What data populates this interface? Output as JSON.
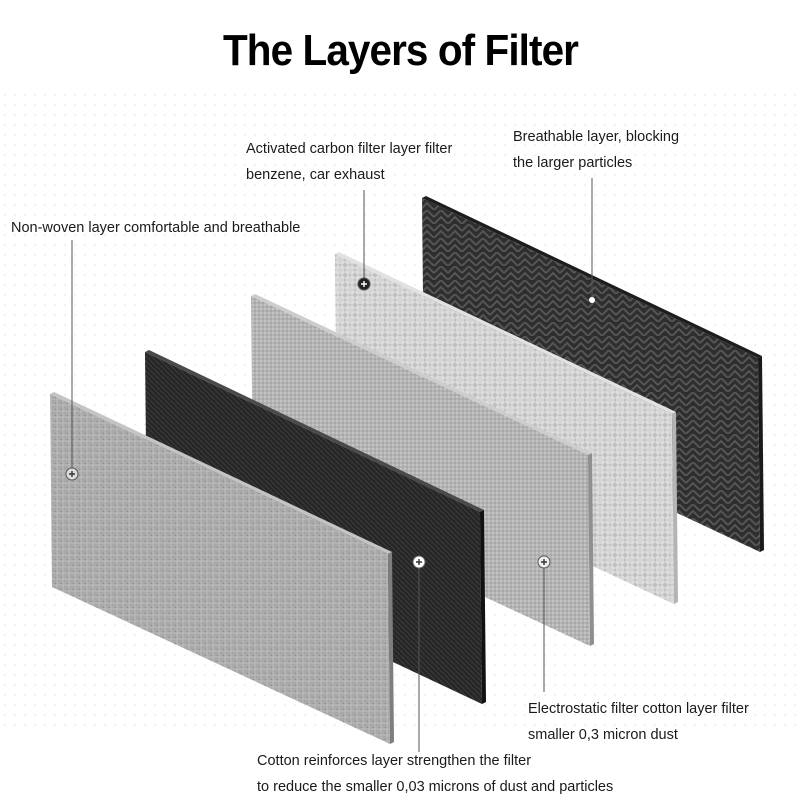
{
  "title": "The Layers of Filter",
  "labels": {
    "non_woven": "Non-woven layer comfortable and breathable",
    "activated_carbon_1": "Activated carbon filter layer filter",
    "activated_carbon_2": "benzene, car exhaust",
    "breathable_1": "Breathable layer, blocking",
    "breathable_2": "the larger particles",
    "electrostatic_1": "Electrostatic filter cotton layer filter",
    "electrostatic_2": "smaller 0,3 micron dust",
    "cotton_1": "Cotton reinforces layer strengthen the filter",
    "cotton_2": "to reduce the smaller 0,03 microns of dust and particles"
  },
  "layers": [
    {
      "name": "non-woven-layer",
      "color": "#a9a9a9"
    },
    {
      "name": "cotton-reinforce-layer",
      "color": "#2b2b2b"
    },
    {
      "name": "electrostatic-cotton-layer",
      "color": "#bdbdbd"
    },
    {
      "name": "activated-carbon-layer",
      "color": "#d6d6d6"
    },
    {
      "name": "breathable-layer",
      "color": "#3a3a3a"
    }
  ]
}
